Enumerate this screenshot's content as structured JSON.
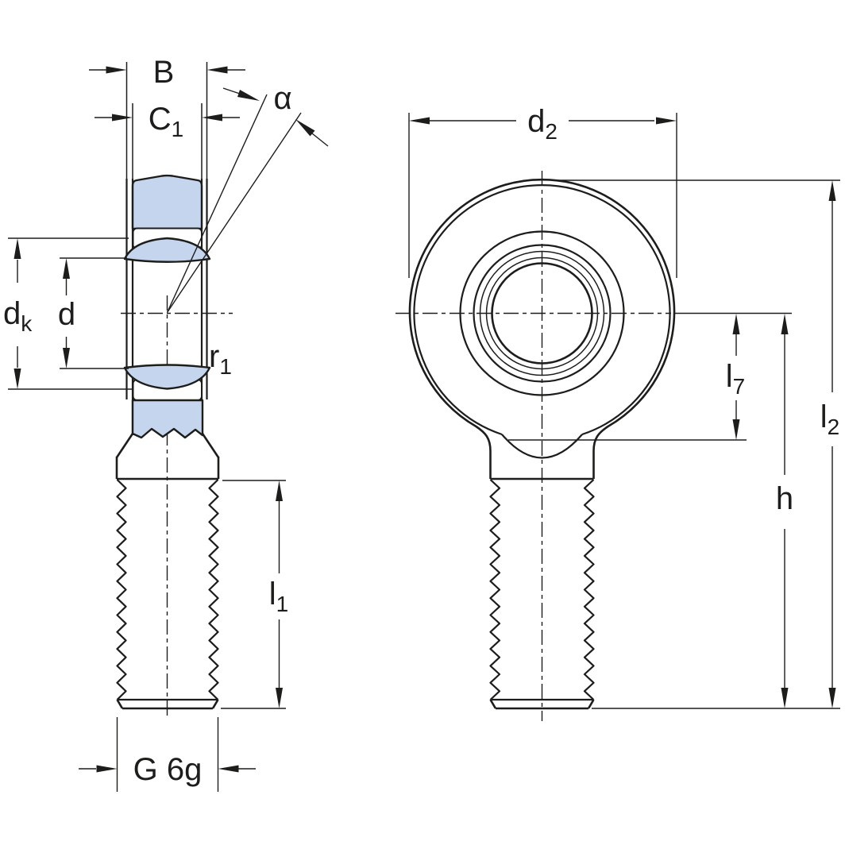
{
  "drawing": {
    "title": "Rod end with male thread – dimensional drawing",
    "views": {
      "left": "sectional side view with threaded shank",
      "right": "front view of rod end head with threaded shank"
    },
    "dims": {
      "B": {
        "main": "B",
        "sub": ""
      },
      "C1": {
        "main": "C",
        "sub": "1"
      },
      "alpha": {
        "main": "α",
        "sub": ""
      },
      "dk": {
        "main": "d",
        "sub": "k"
      },
      "d": {
        "main": "d",
        "sub": ""
      },
      "r1": {
        "main": "r",
        "sub": "1"
      },
      "l1": {
        "main": "l",
        "sub": "1"
      },
      "G6g": {
        "main": "G 6g",
        "sub": ""
      },
      "d2": {
        "main": "d",
        "sub": "2"
      },
      "l7": {
        "main": "l",
        "sub": "7"
      },
      "l2": {
        "main": "l",
        "sub": "2"
      },
      "h": {
        "main": "h",
        "sub": ""
      }
    }
  },
  "colors": {
    "line": "#1d1d1b",
    "highlight_fill": "#c5d5ed",
    "background": "#ffffff"
  }
}
